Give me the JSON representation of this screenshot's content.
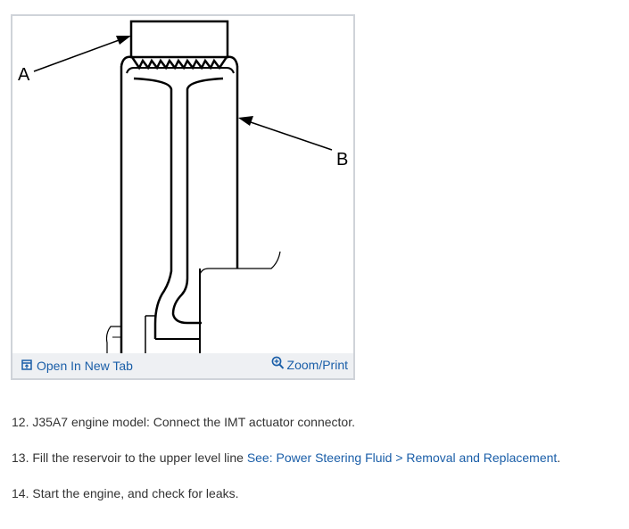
{
  "figure": {
    "callouts": {
      "a": "A",
      "b": "B"
    },
    "toolbar": {
      "open_tab_label": "Open In New Tab",
      "open_tab_icon": "open-in-new-tab-icon",
      "zoom_label": "Zoom/Print",
      "zoom_icon": "magnifier-plus-icon"
    }
  },
  "steps": [
    {
      "text": "12. J35A7 engine model: Connect the IMT actuator connector."
    },
    {
      "text": "13. Fill the reservoir to the upper level line ",
      "link": "See: Power Steering Fluid > Removal and Replacement",
      "suffix": "."
    },
    {
      "text": "14. Start the engine, and check for leaks."
    }
  ],
  "colors": {
    "link": "#1a5ea8",
    "body_text": "#333333",
    "toolbar_bg": "#eef0f3",
    "card_border": "#cfd3d9"
  }
}
